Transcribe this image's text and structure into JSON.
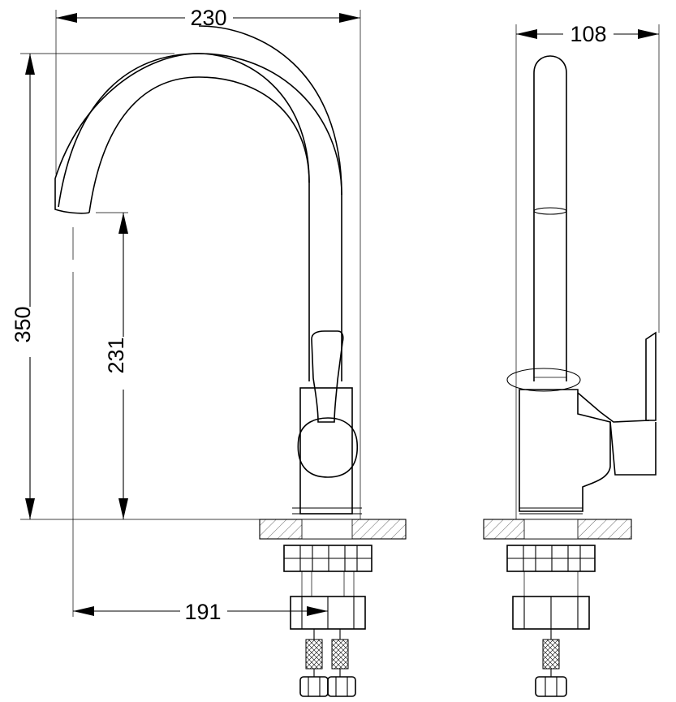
{
  "dimensions": {
    "overall_width": "230",
    "overall_height": "350",
    "spout_clearance": "231",
    "spout_reach": "191",
    "side_depth": "108"
  }
}
